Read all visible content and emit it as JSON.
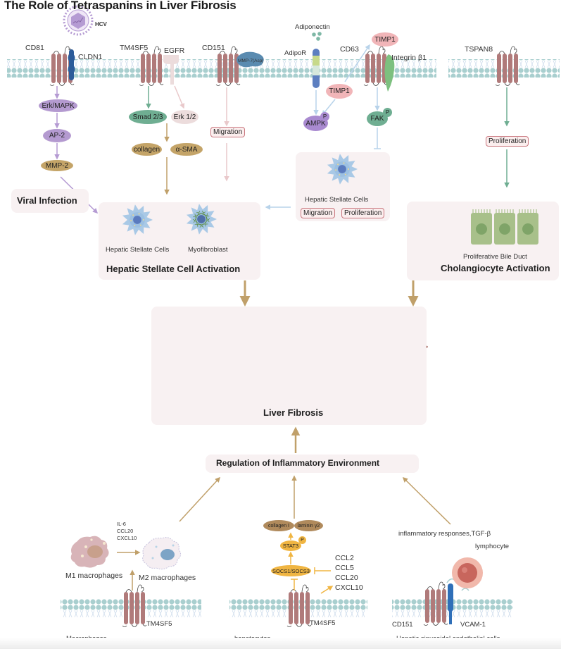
{
  "title": "The Role of Tetraspanins in Liver Fibrosis",
  "colors": {
    "membrane_head": "#a9cfcf",
    "tetraspanin": "#b07a7a",
    "arrow_gold": "#c0a06a",
    "arrow_purple": "#b59bd3",
    "arrow_green": "#6fae92",
    "arrow_pink": "#e9c9cb",
    "arrow_blue": "#b8d3ea",
    "panel_bg": "#f8f1f2"
  },
  "top": {
    "cd81": {
      "label": "CD81",
      "partner": "CLDN1",
      "virus": "HCV",
      "cascade": [
        "Erk/MAPK",
        "AP-2",
        "MMP-2"
      ],
      "outcome": "Viral Infection"
    },
    "tm4sf5": {
      "label": "TM4SF5",
      "partner": "EGFR",
      "nodes": [
        "Smad 2/3",
        "Erk 1/2"
      ],
      "products": [
        "collagen",
        "α-SMA"
      ]
    },
    "cd151": {
      "label": "CD151",
      "partner": "MMP-7(Asp)",
      "outcome": "Migration"
    },
    "cd63": {
      "label": "CD63",
      "ligand": "Adiponectin",
      "receptor": "AdipoR",
      "timp_top": "TIMP1",
      "timp_mid": "TIMP1",
      "integrin": "Integrin β1",
      "ampk": "AMPK",
      "fak": "FAK",
      "phos": "P"
    },
    "tspan8": {
      "label": "TSPAN8",
      "outcome": "Proliferation"
    }
  },
  "hsc_small_panel": {
    "cell": "Hepatic Stellate Cells",
    "tags": [
      "Migration",
      "Proliferation"
    ]
  },
  "hsc_panel": {
    "cell1": "Hepatic Stellate Cells",
    "cell2": "Myofibroblast",
    "title": "Hepatic Stellate Cell Activation"
  },
  "chol_panel": {
    "caption": "Proliferative Bile Duct",
    "title": "Cholangiocyte Activation"
  },
  "liver_panel": {
    "title": "Liver Fibrosis"
  },
  "inflam": {
    "title": "Regulation of Inflammatory Environment"
  },
  "bottom": {
    "macro": {
      "cytokines": [
        "IL-6",
        "CCL20",
        "CXCL10"
      ],
      "m1": "M1 macrophages",
      "m2": "M2 macrophages",
      "protein": "TM4SF5",
      "cell": "Macrophages"
    },
    "hep": {
      "products": [
        "collagen I",
        "laminin γ2"
      ],
      "stat3": "STAT3",
      "socs": "SOCS1/SOCS3",
      "chemokines": [
        "CCL2",
        "CCL5",
        "CCL20",
        "CXCL10"
      ],
      "protein": "TM4SF5",
      "cell": "hepatocytes",
      "phos": "P"
    },
    "hsec": {
      "signal": "inflammatory responses,TGF-β",
      "lymph": "lymphocyte",
      "protein": "CD151",
      "partner": "VCAM-1",
      "cell": "Hepatic sinusoidal endothelial cells"
    }
  }
}
